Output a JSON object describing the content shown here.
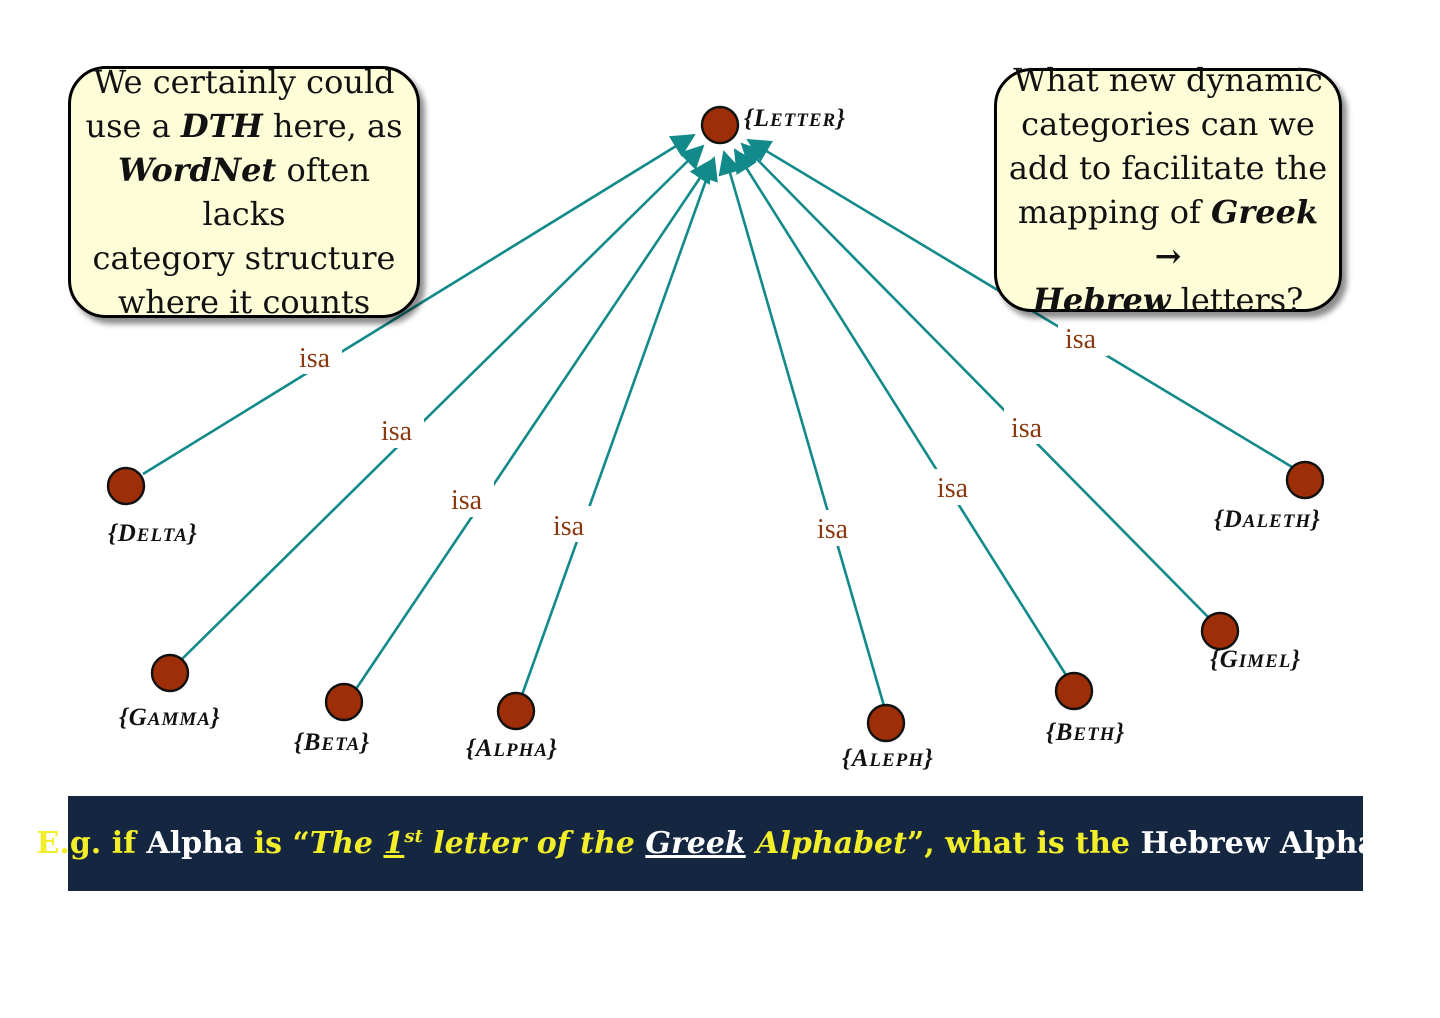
{
  "diagram": {
    "root": {
      "name": "{LETTER}",
      "first": "L",
      "rest": "ETTER"
    },
    "edge_label": "isa",
    "leaves": [
      {
        "id": "delta",
        "name": "{DELTA}",
        "first": "D",
        "rest": "ELTA"
      },
      {
        "id": "gamma",
        "name": "{GAMMA}",
        "first": "G",
        "rest": "AMMA"
      },
      {
        "id": "beta",
        "name": "{BETA}",
        "first": "B",
        "rest": "ETA"
      },
      {
        "id": "alpha",
        "name": "{ALPHA}",
        "first": "A",
        "rest": "LPHA"
      },
      {
        "id": "aleph",
        "name": "{ALEPH}",
        "first": "A",
        "rest": "LEPH"
      },
      {
        "id": "beth",
        "name": "{BETH}",
        "first": "B",
        "rest": "ETH"
      },
      {
        "id": "gimel",
        "name": "{GIMEL}",
        "first": "G",
        "rest": "IMEL"
      },
      {
        "id": "daleth",
        "name": "{DALETH}",
        "first": "D",
        "rest": "ALETH"
      }
    ],
    "colors": {
      "edge": "#138a8a",
      "node": "#9e2e07",
      "isa_label": "#8a3a10",
      "callout_bg": "#fdfdd8",
      "banner_bg": "#142640",
      "banner_text": "#f2ee2a"
    }
  },
  "callout_left": {
    "l1": "We certainly could",
    "l2a": "use a ",
    "l2b": "DTH",
    "l2c": " here, as",
    "l3a": "WordNet",
    "l3b": " often lacks",
    "l4": "category structure",
    "l5": "where it counts"
  },
  "callout_right": {
    "l1": "What new dynamic",
    "l2": "categories can we",
    "l3": "add to facilitate the",
    "l4a": "mapping of ",
    "l4b": "Greek →",
    "l5a": "Hebrew",
    "l5b": " letters?"
  },
  "banner": {
    "p1": "E.g. if ",
    "p2": " Alpha ",
    "p3": "  is  “",
    "p4": "The ",
    "p5": "1",
    "p6": "st",
    "p7": " letter of the ",
    "p8": "Greek",
    "p9": " Alphabet",
    "p10": "”, what is the ",
    "p11": "Hebrew Alpha?"
  }
}
